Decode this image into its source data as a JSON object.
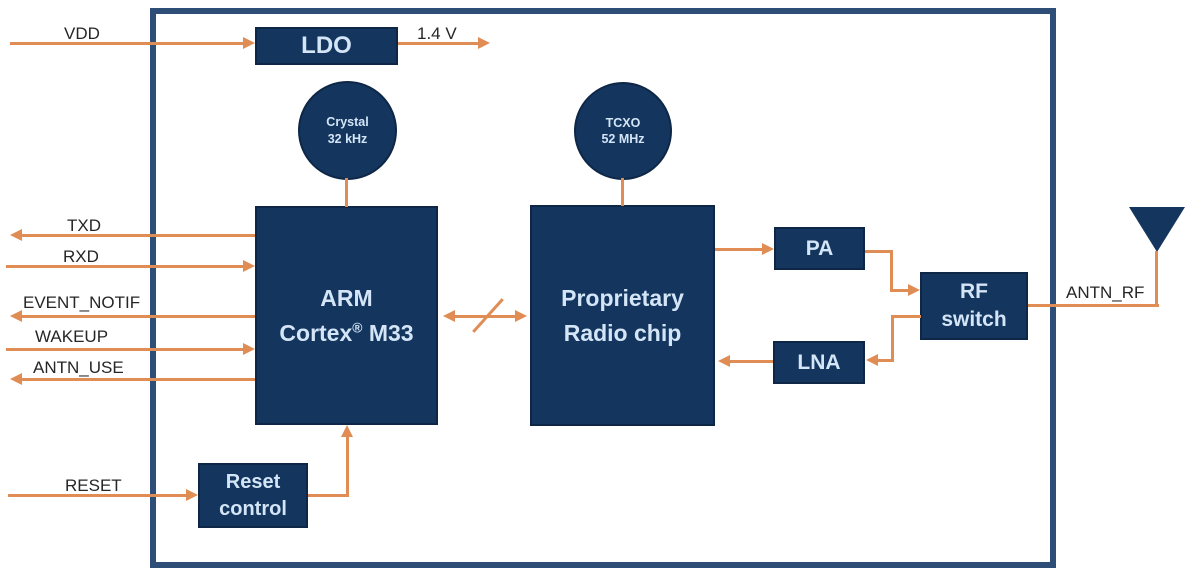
{
  "diagram": {
    "title_hint": "SoC block diagram",
    "blocks": {
      "ldo": {
        "label": "LDO"
      },
      "crystal": {
        "line1": "Crystal",
        "line2": "32 kHz"
      },
      "tcxo": {
        "line1": "TCXO",
        "line2": "52 MHz"
      },
      "arm": {
        "line1": "ARM",
        "line2_pre": "Cortex",
        "line2_sup": "®",
        "line2_post": " M33"
      },
      "radio": {
        "line1": "Proprietary",
        "line2": "Radio chip"
      },
      "pa": {
        "label": "PA"
      },
      "lna": {
        "label": "LNA"
      },
      "rf_switch": {
        "line1": "RF",
        "line2": "switch"
      },
      "reset_control": {
        "line1": "Reset",
        "line2": "control"
      }
    },
    "signals": {
      "vdd": "VDD",
      "ldo_out": "1.4 V",
      "txd": "TXD",
      "rxd": "RXD",
      "event_notif": "EVENT_NOTIF",
      "wakeup": "WAKEUP",
      "antn_use": "ANTN_USE",
      "reset": "RESET",
      "antn_rf": "ANTN_RF"
    },
    "colors": {
      "block_fill": "#14355e",
      "block_border": "#0e2747",
      "outer_border": "#2e4d77",
      "arrow": "#e08c55",
      "block_text": "#d3e5f6",
      "label_text": "#262626",
      "background": "#ffffff"
    }
  }
}
